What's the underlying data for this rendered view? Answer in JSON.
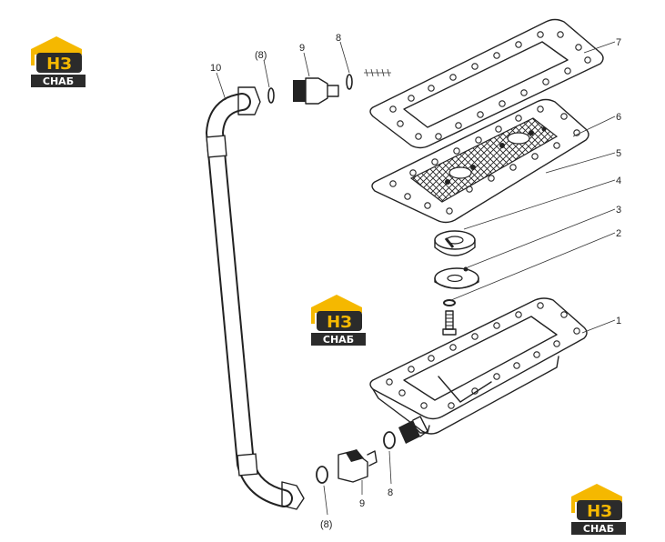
{
  "logo": {
    "mark": "НЗ",
    "word": "СНАБ",
    "color_dark": "#2b2b2b",
    "color_accent": "#f5b800"
  },
  "callouts": {
    "c1": "1",
    "c2": "2",
    "c3": "3",
    "c4": "4",
    "c5": "5",
    "c6": "6",
    "c7": "7",
    "c8_top": "8",
    "c8_bottom": "8",
    "c8p_top": "(8)",
    "c8p_bottom": "(8)",
    "c9_top": "9",
    "c9_bottom": "9",
    "c10": "10"
  }
}
